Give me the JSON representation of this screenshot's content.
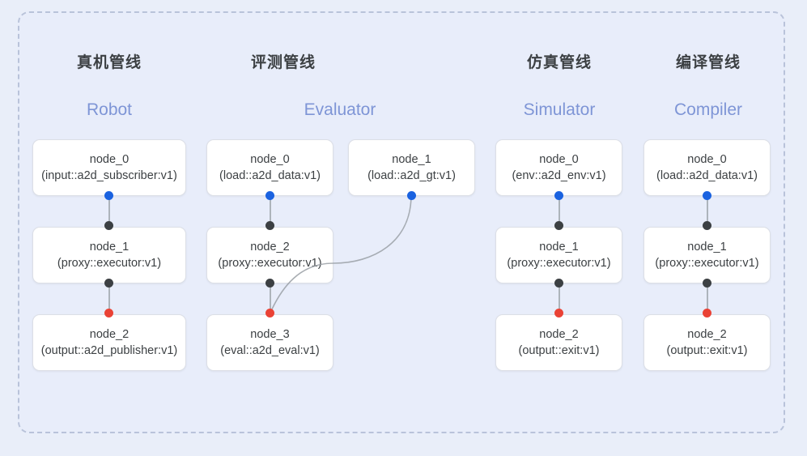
{
  "diagram": {
    "panel_label": "pipelines-panel",
    "background_color": "#e8edfa",
    "border_color": "#b9c3da",
    "columns": [
      {
        "id": "robot",
        "title_cn": "真机管线",
        "title_en": "Robot",
        "nodes": [
          {
            "name": "node_0",
            "type": "(input::a2d_subscriber:v1)"
          },
          {
            "name": "node_1",
            "type": "(proxy::executor:v1)"
          },
          {
            "name": "node_2",
            "type": "(output::a2d_publisher:v1)"
          }
        ]
      },
      {
        "id": "evaluator",
        "title_cn": "评测管线",
        "title_en": "Evaluator",
        "nodes": [
          {
            "name": "node_0",
            "type": "(load::a2d_data:v1)"
          },
          {
            "name": "node_1",
            "type": "(load::a2d_gt:v1)"
          },
          {
            "name": "node_2",
            "type": "(proxy::executor:v1)"
          },
          {
            "name": "node_3",
            "type": "(eval::a2d_eval:v1)"
          }
        ]
      },
      {
        "id": "simulator",
        "title_cn": "仿真管线",
        "title_en": "Simulator",
        "nodes": [
          {
            "name": "node_0",
            "type": "(env::a2d_env:v1)"
          },
          {
            "name": "node_1",
            "type": "(proxy::executor:v1)"
          },
          {
            "name": "node_2",
            "type": "(output::exit:v1)"
          }
        ]
      },
      {
        "id": "compiler",
        "title_cn": "编译管线",
        "title_en": "Compiler",
        "nodes": [
          {
            "name": "node_0",
            "type": "(load::a2d_data:v1)"
          },
          {
            "name": "node_1",
            "type": "(proxy::executor:v1)"
          },
          {
            "name": "node_2",
            "type": "(output::exit:v1)"
          }
        ]
      }
    ],
    "port_colors": {
      "output_port": "#1a62e0",
      "input_port": "#3c4043",
      "terminal_port": "#ea4235"
    },
    "title_cn_color": "#3c4043",
    "title_en_color": "#7e95d6"
  }
}
